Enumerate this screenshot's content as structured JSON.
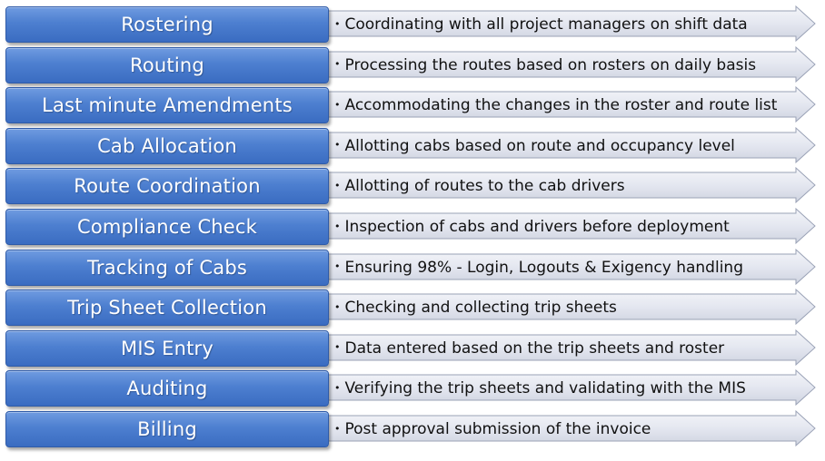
{
  "steps": [
    {
      "title": "Rostering",
      "description": "Coordinating with all project managers on shift data"
    },
    {
      "title": "Routing",
      "description": "Processing the routes based on rosters on daily basis"
    },
    {
      "title": "Last minute Amendments",
      "description": "Accommodating the changes in the roster and route list"
    },
    {
      "title": "Cab Allocation",
      "description": "Allotting cabs based on route and occupancy level"
    },
    {
      "title": "Route Coordination",
      "description": "Allotting of routes to  the cab drivers"
    },
    {
      "title": "Compliance Check",
      "description": "Inspection of cabs and drivers before deployment"
    },
    {
      "title": "Tracking of Cabs",
      "description": "Ensuring 98% - Login, Logouts & Exigency handling"
    },
    {
      "title": "Trip Sheet Collection",
      "description": "Checking and collecting trip sheets"
    },
    {
      "title": "MIS Entry",
      "description": "Data entered based on the trip sheets and roster"
    },
    {
      "title": "Auditing",
      "description": "Verifying the trip sheets and validating with the MIS"
    },
    {
      "title": "Billing",
      "description": "Post approval submission of the invoice"
    }
  ],
  "bullet": "•",
  "colors": {
    "box": "#4d7fd0",
    "arrow_fill": "#e4e7f0",
    "arrow_stroke": "#9aa2b6"
  }
}
